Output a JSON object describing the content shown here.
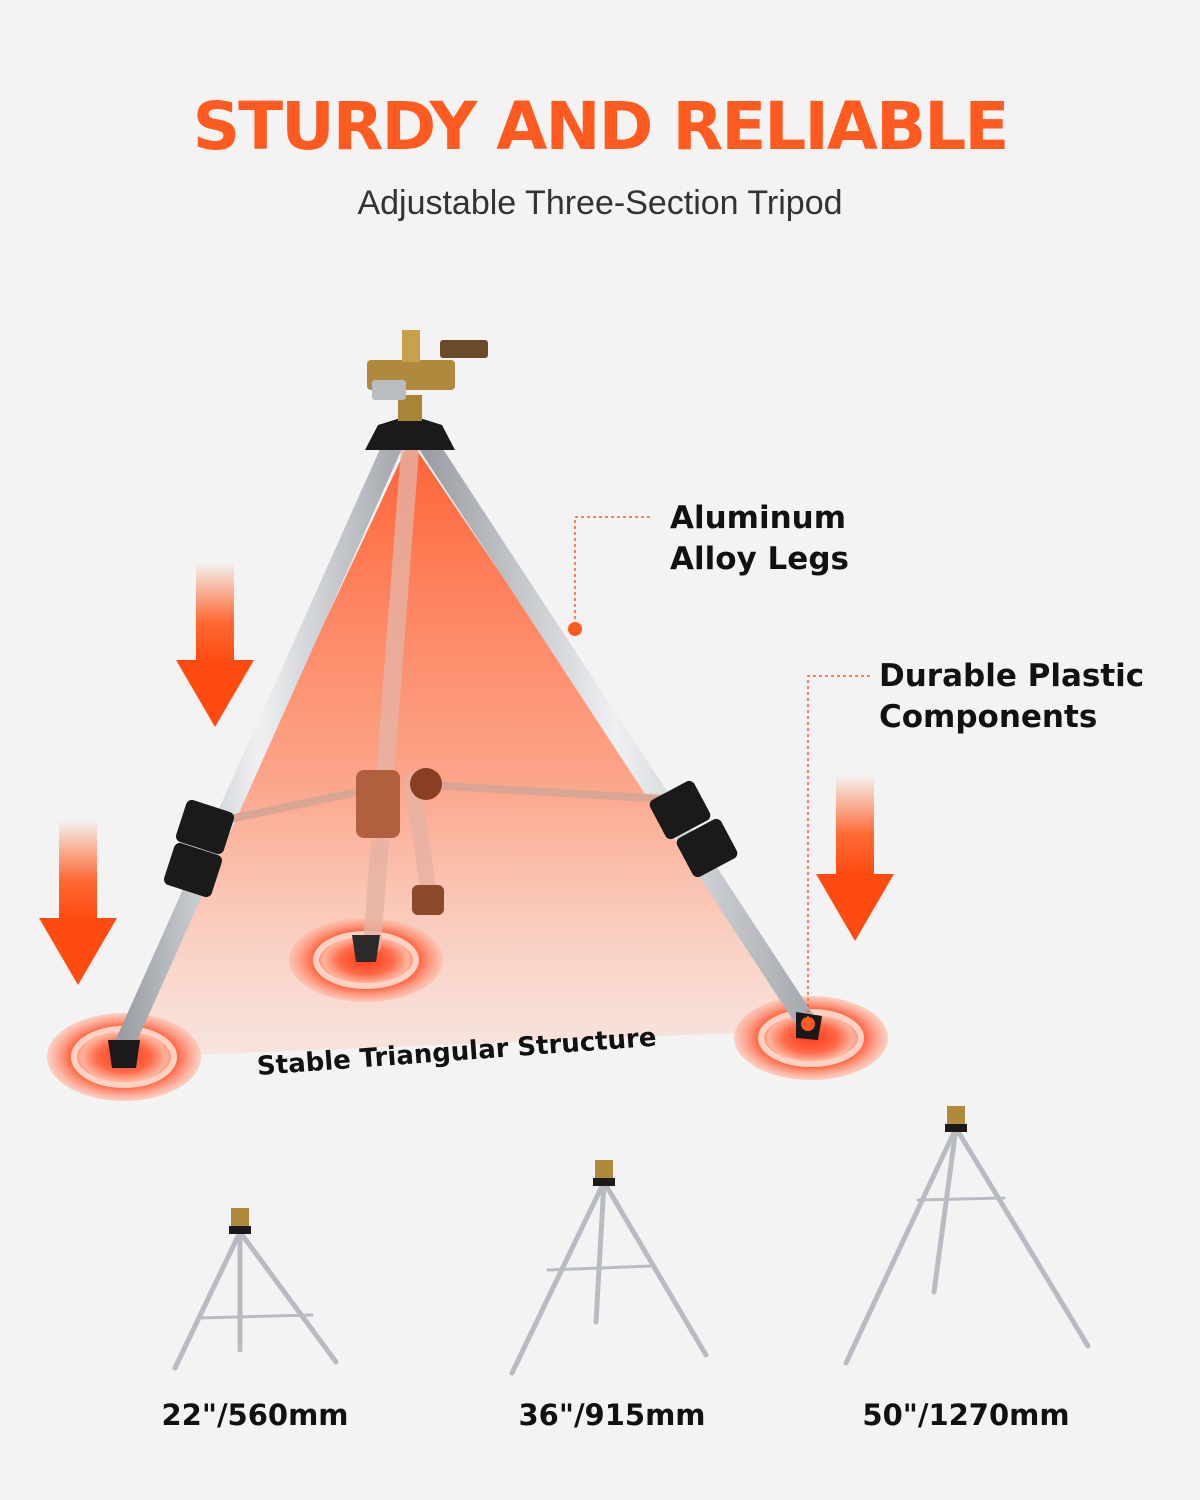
{
  "colors": {
    "accent": "#ff5a1f",
    "background": "#f3f3f3",
    "aluminum": "#cfd2d6",
    "plastic": "#1a1a1a",
    "brass": "#b08a3c"
  },
  "header": {
    "title": "STURDY AND RELIABLE",
    "subtitle": "Adjustable Three-Section Tripod"
  },
  "callouts": {
    "legs": {
      "line1": "Aluminum",
      "line2": "Alloy Legs"
    },
    "plastic": {
      "line1": "Durable Plastic",
      "line2": "Components"
    },
    "structure": "Stable Triangular Structure"
  },
  "icons": [
    "down-arrow-icon",
    "down-arrow-icon",
    "down-arrow-icon",
    "ripple-icon"
  ],
  "sizes": [
    {
      "label": "22\"/560mm"
    },
    {
      "label": "36\"/915mm"
    },
    {
      "label": "50\"/1270mm"
    }
  ]
}
